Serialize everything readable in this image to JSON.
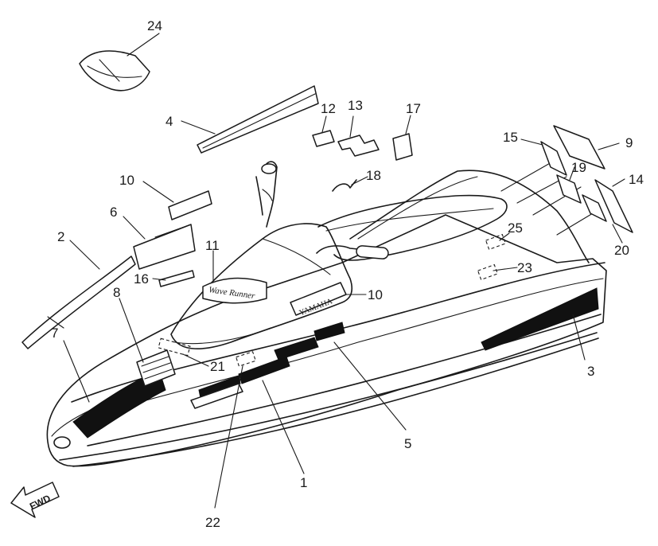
{
  "diagram": {
    "callouts": [
      {
        "id": "1",
        "label": "1"
      },
      {
        "id": "2",
        "label": "2"
      },
      {
        "id": "3",
        "label": "3"
      },
      {
        "id": "4",
        "label": "4"
      },
      {
        "id": "5",
        "label": "5"
      },
      {
        "id": "6",
        "label": "6"
      },
      {
        "id": "7",
        "label": "7"
      },
      {
        "id": "8",
        "label": "8"
      },
      {
        "id": "9",
        "label": "9"
      },
      {
        "id": "10a",
        "label": "10"
      },
      {
        "id": "10b",
        "label": "10"
      },
      {
        "id": "11",
        "label": "11"
      },
      {
        "id": "12",
        "label": "12"
      },
      {
        "id": "13",
        "label": "13"
      },
      {
        "id": "14",
        "label": "14"
      },
      {
        "id": "15",
        "label": "15"
      },
      {
        "id": "16",
        "label": "16"
      },
      {
        "id": "17",
        "label": "17"
      },
      {
        "id": "18",
        "label": "18"
      },
      {
        "id": "19",
        "label": "19"
      },
      {
        "id": "20",
        "label": "20"
      },
      {
        "id": "21",
        "label": "21"
      },
      {
        "id": "22",
        "label": "22"
      },
      {
        "id": "23",
        "label": "23"
      },
      {
        "id": "24",
        "label": "24"
      },
      {
        "id": "25",
        "label": "25"
      }
    ],
    "decals": {
      "yamaha": "YAMAHA",
      "wave_runner": "Wave Runner"
    },
    "direction_marker": "FWD"
  }
}
